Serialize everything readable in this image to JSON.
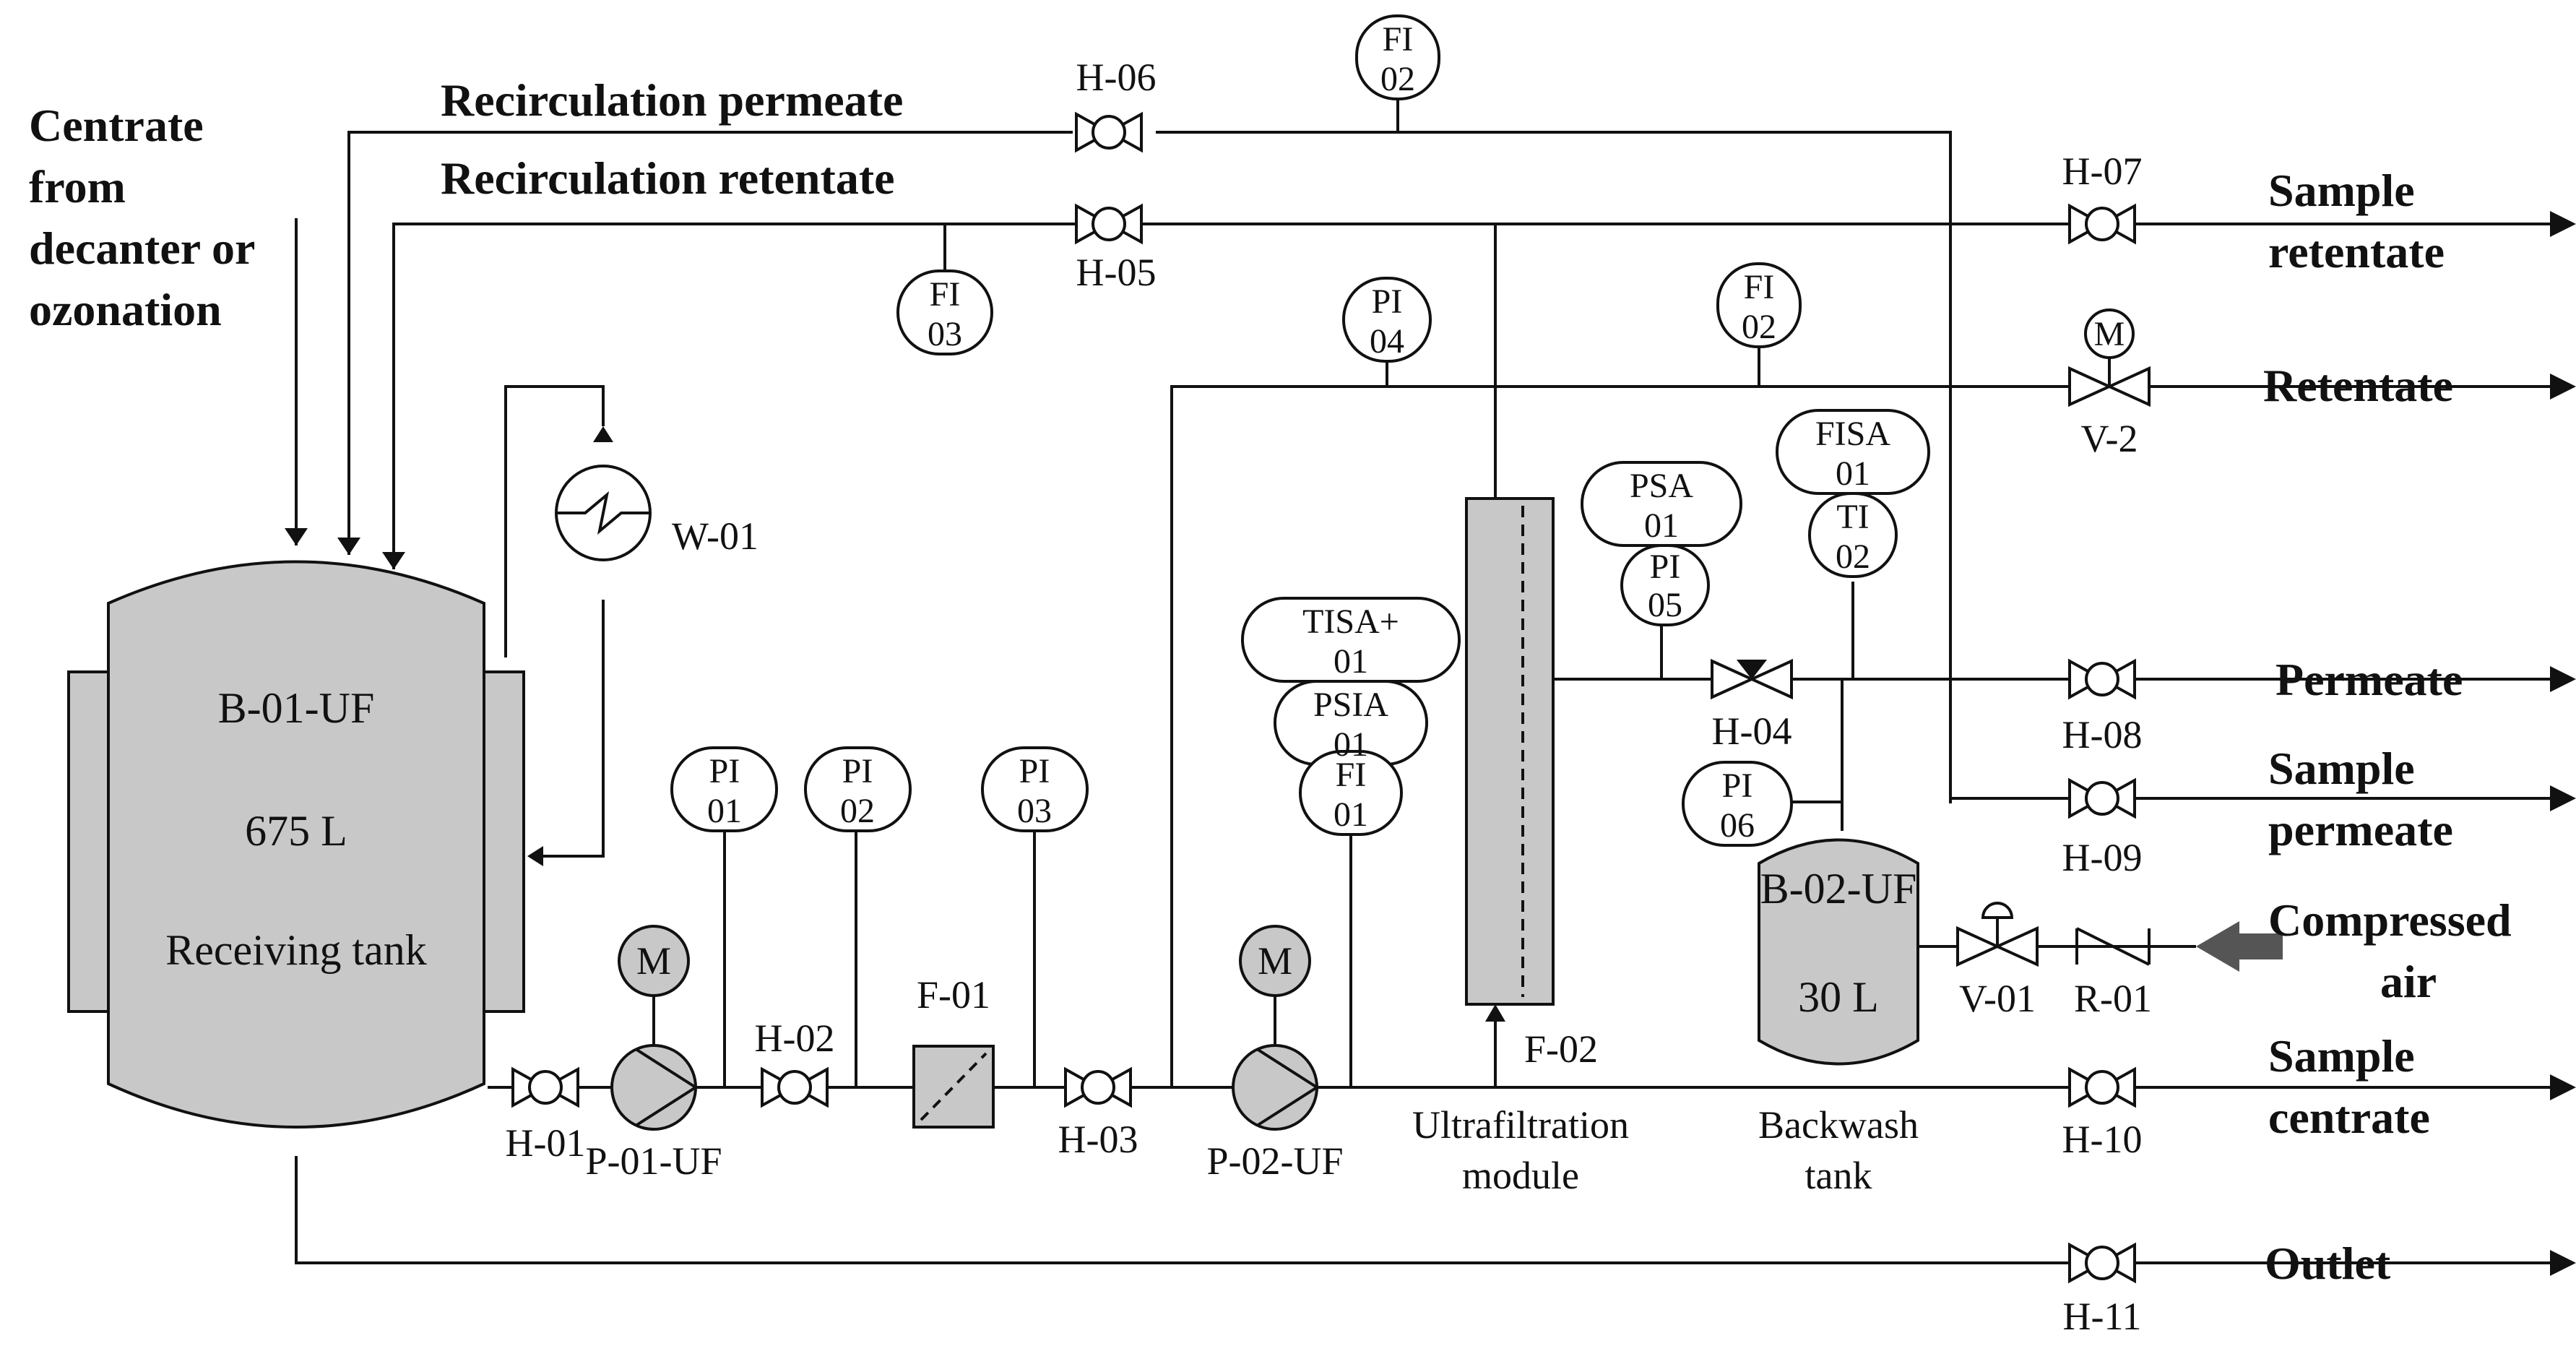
{
  "stream_labels": {
    "feed": [
      "Centrate",
      "from",
      "decanter or",
      "ozonation"
    ],
    "recirc_permeate": "Recirculation permeate",
    "recirc_retentate": "Recirculation retentate",
    "sample_retentate": [
      "Sample",
      "retentate"
    ],
    "retentate": "Retentate",
    "permeate": "Permeate",
    "sample_permeate": [
      "Sample",
      "permeate"
    ],
    "compressed_air": [
      "Compressed",
      "air"
    ],
    "sample_centrate": [
      "Sample",
      "centrate"
    ],
    "outlet": "Outlet"
  },
  "tank_b01": {
    "tag": "B-01-UF",
    "volume": "675 L",
    "name": "Receiving tank"
  },
  "tank_b02": {
    "tag": "B-02-UF",
    "volume": "30 L",
    "name": [
      "Backwash",
      "tank"
    ]
  },
  "module": {
    "tag": "F-02",
    "name": [
      "Ultrafiltration",
      "module"
    ]
  },
  "heat_exchanger": "W-01",
  "filter": "F-01",
  "pumps": {
    "p01": "P-01-UF",
    "p02": "P-02-UF",
    "motor": "M"
  },
  "valves": {
    "h01": "H-01",
    "h02": "H-02",
    "h03": "H-03",
    "h04": "H-04",
    "h05": "H-05",
    "h06": "H-06",
    "h07": "H-07",
    "h08": "H-08",
    "h09": "H-09",
    "h10": "H-10",
    "h11": "H-11",
    "v01": "V-01",
    "v2": "V-2",
    "r01": "R-01"
  },
  "instruments": {
    "fi02_top": [
      "FI",
      "02"
    ],
    "fi03": [
      "FI",
      "03"
    ],
    "pi04": [
      "PI",
      "04"
    ],
    "fi02_right": [
      "FI",
      "02"
    ],
    "fisa01": [
      "FISA",
      "01"
    ],
    "ti02": [
      "TI",
      "02"
    ],
    "psa01": [
      "PSA",
      "01"
    ],
    "pi05": [
      "PI",
      "05"
    ],
    "tisa01": [
      "TISA+",
      "01"
    ],
    "psia01": [
      "PSIA",
      "01"
    ],
    "fi01": [
      "FI",
      "01"
    ],
    "pi01": [
      "PI",
      "01"
    ],
    "pi02": [
      "PI",
      "02"
    ],
    "pi03": [
      "PI",
      "03"
    ],
    "pi06": [
      "PI",
      "06"
    ]
  },
  "colors": {
    "equipment_fill": "#c8c8c8",
    "air_arrow": "#555555",
    "line": "#111111"
  }
}
